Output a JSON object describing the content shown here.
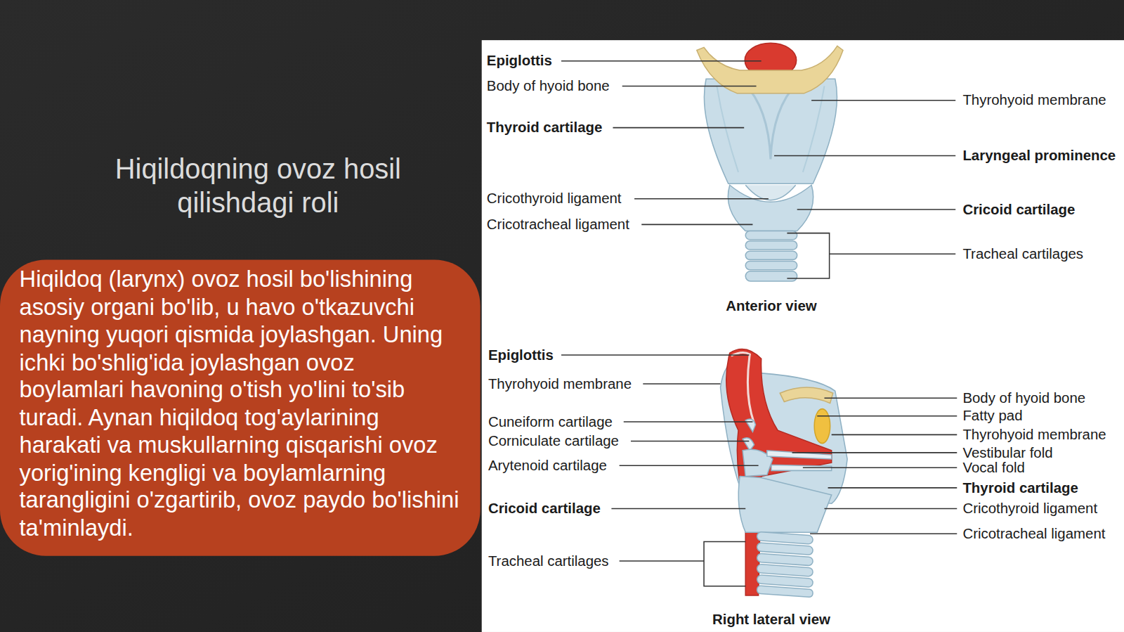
{
  "diagram": {
    "title": "Hiqildoqning ovoz hosil qilishdagi roli",
    "nodes": [
      {
        "text": [
          "Hiqildoq (larynx) ovoz hosil bo'lishining asosiy organi bo'lib, u havo o'tkazuvchi nayning yuqori qismida joylashgan. Uning ichki bo'shlig'ida joylashgan ovoz boylamlari havoning o'tish yo'lini to'sib turadi. Aynan hiqildoq tog'aylarining harakati va muskullarning qisqarishi ovoz yorig'ining kengligi va boylamlarning tarangligini o'zgartirib, ovoz paydo bo'lishini ta'minlaydi."
        ]
      }
    ],
    "labels": [
      "Epiglottis",
      "Body of hyoid bone",
      "Thyrohyoid membrane",
      "Thyroid cartilage",
      "Laryngeal prominence",
      "Cricothyroid ligament",
      "Cricoid cartilage",
      "Cricotracheal ligament",
      "Tracheal cartilages",
      "Anterior view",
      "Epiglottis",
      "Thyrohyoid membrane",
      "Body of hyoid bone",
      "Fatty pad",
      "Cuneiform cartilage",
      "Thyrohyoid membrane",
      "Corniculate cartilage",
      "Vestibular fold",
      "Arytenoid cartilage",
      "Vocal fold",
      "Thyroid cartilage",
      "Cricoid cartilage",
      "Cricothyroid ligament",
      "Cricotracheal ligament",
      "Tracheal cartilages",
      "Right lateral view"
    ]
  }
}
